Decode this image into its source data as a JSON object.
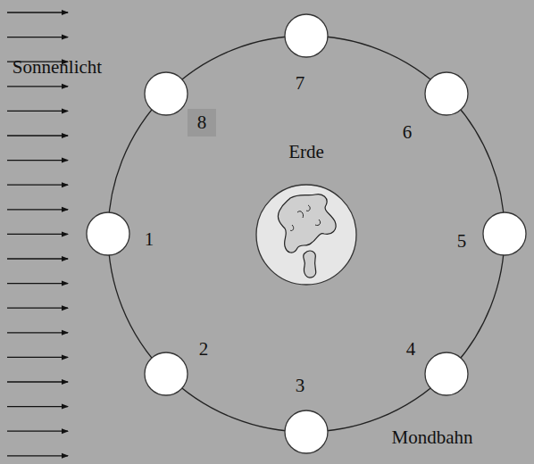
{
  "diagram": {
    "nodes": [
      {
        "text": [
          "Erde"
        ]
      }
    ],
    "labels": [
      "Sonnenlicht",
      "1",
      "2",
      "3",
      "4",
      "5",
      "6",
      "7",
      "8",
      "Mondbahn"
    ]
  }
}
